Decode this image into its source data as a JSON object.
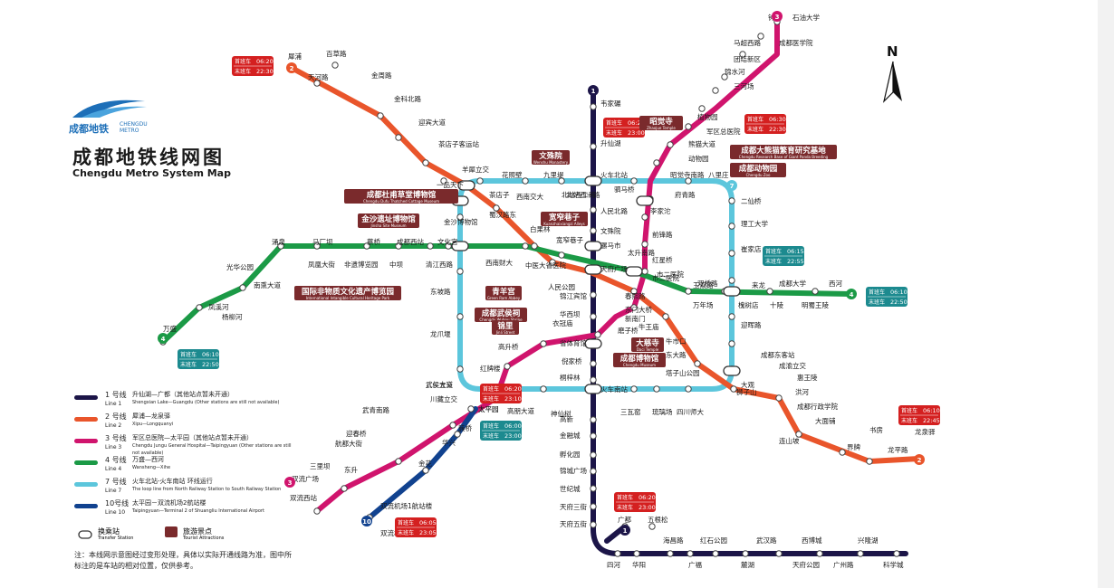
{
  "title": {
    "cn": "成都地铁线网图",
    "en": "Chengdu Metro System Map"
  },
  "logo": {
    "cn": "成都地铁",
    "en_line1": "CHENGDU",
    "en_line2": "METRO"
  },
  "compass": "N",
  "colors": {
    "line1": "#1c1548",
    "line2": "#e9552b",
    "line3": "#d0146d",
    "line4": "#1b9a46",
    "line7": "#5cc6dc",
    "line10": "#11428f",
    "poi_box": "#7a2a2c",
    "time_bg": "#d42020",
    "time_bg2": "#1c8a8f"
  },
  "legend": {
    "rows": [
      {
        "line": "1 号线",
        "line_en": "Line 1",
        "color": "#1c1548",
        "desc": "升仙湖—广都（其他站点暂未开通）",
        "desc_en": "Shengxian Lake—Guangdu (Other stations are still not available)"
      },
      {
        "line": "2 号线",
        "line_en": "Line 2",
        "color": "#e9552b",
        "desc": "犀浦—龙泉驿",
        "desc_en": "Xipu—Longquanyi"
      },
      {
        "line": "3 号线",
        "line_en": "Line 3",
        "color": "#d0146d",
        "desc": "军区总医院—太平园（其他站点暂未开通）",
        "desc_en": "Chengdu Jungu General Hospital—Taipingyuan (Other stations are still not available)"
      },
      {
        "line": "4 号线",
        "line_en": "Line 4",
        "color": "#1b9a46",
        "desc": "万盛—西河",
        "desc_en": "Wansheng—Xihe"
      },
      {
        "line": "7 号线",
        "line_en": "Line 7",
        "color": "#5cc6dc",
        "desc": "火车北站-火车南站 环线运行",
        "desc_en": "The loop line from North Railway Station to South Railway Station"
      },
      {
        "line": "10号线",
        "line_en": "Line 10",
        "color": "#11428f",
        "desc": "太平园－双流机场2航站楼",
        "desc_en": "Taipingyuan—Terminal 2 of Shuangliu International Airport"
      }
    ],
    "transfer": "换乘站",
    "transfer_en": "Transfer Station",
    "attraction": "旅游景点",
    "attraction_en": "Tourist Attractions"
  },
  "note": "注：本线网示意图经过变形处理，具体以实际开通线路为准，图中所标注的是车站的相对位置，仅供参考。",
  "time_labels": {
    "first": "首班车",
    "last": "末班车"
  },
  "time_boxes": [
    {
      "first": "06:20",
      "last": "22:30"
    },
    {
      "first": "06:20",
      "last": "23:00"
    },
    {
      "first": "06:30",
      "last": "22:30"
    },
    {
      "first": "06:15",
      "last": "22:55"
    },
    {
      "first": "06:10",
      "last": "22:50"
    },
    {
      "first": "06:10",
      "last": "22:50"
    },
    {
      "first": "06:20",
      "last": "23:10"
    },
    {
      "first": "06:00",
      "last": "23:00"
    },
    {
      "first": "06:10",
      "last": "22:45"
    },
    {
      "first": "06:05",
      "last": "23:05"
    },
    {
      "first": "06:20",
      "last": "23:00"
    }
  ],
  "line_badges": [
    "1",
    "2",
    "3",
    "4",
    "7",
    "10"
  ],
  "attractions": [
    {
      "cn": "文殊院",
      "en": "Wenshu Monastery"
    },
    {
      "cn": "昭觉寺",
      "en": "Zhaojue Temple"
    },
    {
      "cn": "成都大熊猫繁育研究基地",
      "en": "Chengdu Research Base of Giant Panda Breeding"
    },
    {
      "cn": "成都动物园",
      "en": "Chengdu Zoo"
    },
    {
      "cn": "成都杜甫草堂博物馆",
      "en": "Chengdu Dufu Thatched Cottage Museum"
    },
    {
      "cn": "金沙遗址博物馆",
      "en": "Jinsha Site Museum"
    },
    {
      "cn": "宽窄巷子",
      "en": "Kuanzhaixiangzi Alleys"
    },
    {
      "cn": "国际非物质文化遗产博览园",
      "en": "International Intangible Cultural Heritage Park"
    },
    {
      "cn": "青羊宫",
      "en": "Green Ram Abbey"
    },
    {
      "cn": "成都武侯祠",
      "en": "Chengdu Wuhou Shrine"
    },
    {
      "cn": "锦里",
      "en": "Jinli Street"
    },
    {
      "cn": "大慈寺",
      "en": "Daci Temple"
    },
    {
      "cn": "成都博物馆",
      "en": "Chengdu Museum"
    }
  ],
  "stations": [
    "韦家碾",
    "升仙湖",
    "火车北站",
    "人民北路",
    "文殊院",
    "骡马市",
    "天府广场",
    "锦江宾馆",
    "华西坝",
    "省体育馆",
    "倪家桥",
    "桐梓林",
    "火车南站",
    "高新",
    "金融城",
    "孵化园",
    "锦城广场",
    "世纪城",
    "天府三街",
    "天府五街",
    "广都",
    "五根松",
    "四河",
    "华阳",
    "海昌路",
    "广福",
    "红石公园",
    "麓湖",
    "武汉路",
    "天府公园",
    "西博城",
    "广州路",
    "兴隆湖",
    "科学城",
    "犀浦",
    "天河路",
    "百草路",
    "金周路",
    "金科北路",
    "迎宾大道",
    "茶店子客运站",
    "羊犀立交",
    "一品天下",
    "蜀汉路东",
    "白果林",
    "中医大省医院",
    "人民公园",
    "春熙路",
    "东门大桥",
    "牛王庙",
    "牛市口",
    "东大路",
    "塔子山公园",
    "成渝立交",
    "成都东客站",
    "惠王陵",
    "洪河",
    "成都行政学院",
    "大面铺",
    "连山坡",
    "界牌",
    "书房",
    "龙平路",
    "龙泉驿",
    "钟楼",
    "石油大学",
    "成都医学院",
    "马超西路",
    "团结新区",
    "锦水河",
    "三河场",
    "植物园",
    "军区总医院",
    "熊猫大道",
    "动物园",
    "昭觉寺南路",
    "驷马桥",
    "李家沱",
    "前锋路",
    "红星桥",
    "市二医院",
    "新南门",
    "磨子桥",
    "衣冠庙",
    "高升桥",
    "红牌楼",
    "太平园",
    "川藏立交",
    "武侯立交",
    "双流西站",
    "万盛",
    "杨柳河",
    "凤溪河",
    "南熏大道",
    "光华公园",
    "涌泉",
    "凤凰大街",
    "马厂坝",
    "非遗博览园",
    "蔡桥",
    "中坝",
    "成都西站",
    "清江西路",
    "文化宫",
    "宽窄巷子",
    "太升南路",
    "市二医院",
    "玉双路",
    "双桥路",
    "万年场",
    "槐树店",
    "来龙",
    "十陵",
    "成都大学",
    "明蜀王陵",
    "西河",
    "九里堤",
    "西南交大",
    "花照壁",
    "茶店子",
    "金沙博物馆",
    "东坡路",
    "龙爪堰",
    "武侯大道",
    "神仙树",
    "三瓦窑",
    "琉璃场",
    "四川师大",
    "狮子山",
    "大观",
    "迎晖路",
    "八里庄",
    "二仙桥",
    "理工大学",
    "崔家店",
    "府青路",
    "北站西二路",
    "北站西一路",
    "西南财大",
    "高朋大道",
    "双流广场",
    "三里坝",
    "航都大街",
    "迎春桥",
    "东升",
    "武青南路",
    "双流机场1航站楼",
    "双流机场2航站楼",
    "金花",
    "华兴",
    "簇桥",
    "太平园"
  ]
}
